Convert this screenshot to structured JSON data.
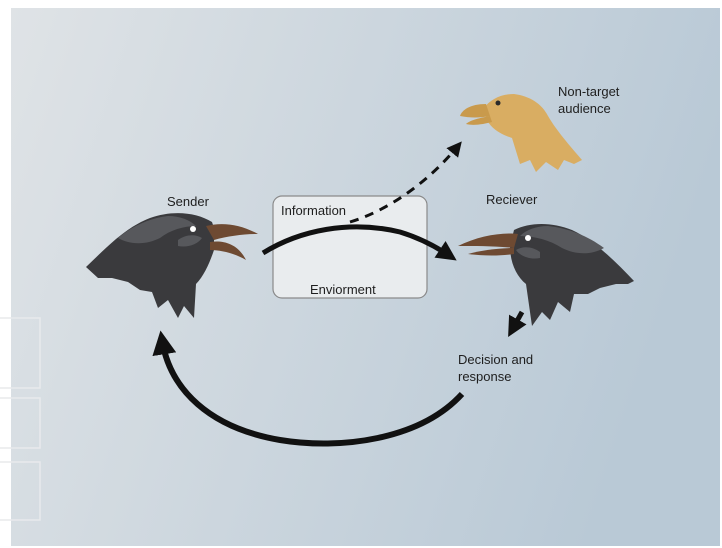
{
  "diagram": {
    "labels": {
      "sender": "Sender",
      "receiver": "Reciever",
      "non_target": "Non-target\naudience",
      "information": "Information",
      "environment": "Enviorment",
      "decision": "Decision and\nresponse"
    },
    "colors": {
      "background_left": "#dfe3e6",
      "background_right": "#b9c9d6",
      "box_fill": "#e9ecee",
      "box_stroke": "#8a8a8a",
      "arrow": "#111111",
      "bird_dark": "#3a3a3d",
      "bird_highlight": "#57585c",
      "beak": "#6e4a32",
      "non_target_bird": "#d9ad62"
    }
  }
}
